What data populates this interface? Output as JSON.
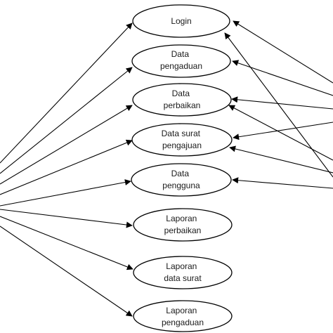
{
  "diagram": {
    "usecases": [
      {
        "id": "login",
        "lines": [
          "Login"
        ]
      },
      {
        "id": "data-pengaduan",
        "lines": [
          "Data",
          "pengaduan"
        ]
      },
      {
        "id": "data-perbaikan",
        "lines": [
          "Data",
          "perbaikan"
        ]
      },
      {
        "id": "data-surat-pengajuan",
        "lines": [
          "Data surat",
          "pengajuan"
        ]
      },
      {
        "id": "data-pengguna",
        "lines": [
          "Data",
          "pengguna"
        ]
      },
      {
        "id": "laporan-perbaikan",
        "lines": [
          "Laporan",
          "perbaikan"
        ]
      },
      {
        "id": "laporan-data-surat",
        "lines": [
          "Laporan",
          "data surat"
        ]
      },
      {
        "id": "laporan-pengaduan",
        "lines": [
          "Laporan",
          "pengaduan"
        ]
      }
    ]
  }
}
